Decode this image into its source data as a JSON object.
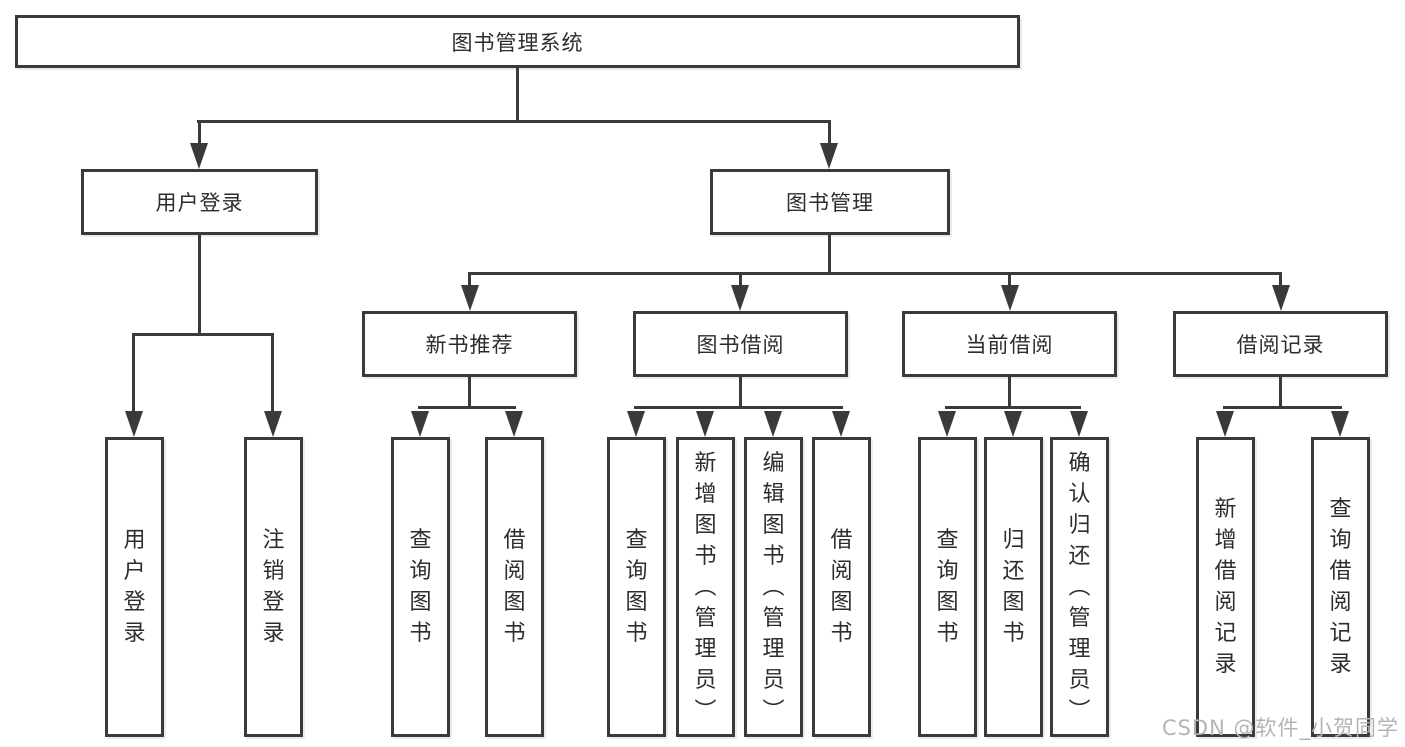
{
  "diagram": {
    "colors": {
      "line": "#3a3a3a",
      "text": "#2d2d2d",
      "watermark": "#b4b4b4",
      "background": "#ffffff"
    },
    "nodes": {
      "root": {
        "label": "图书管理系统"
      },
      "children": [
        {
          "label": "用户登录",
          "children": [
            {
              "label": "用户登录"
            },
            {
              "label": "注销登录"
            }
          ]
        },
        {
          "label": "图书管理",
          "children": [
            {
              "label": "新书推荐",
              "children": [
                {
                  "label": "查询图书"
                },
                {
                  "label": "借阅图书"
                }
              ]
            },
            {
              "label": "图书借阅",
              "children": [
                {
                  "label": "查询图书"
                },
                {
                  "label": "新增图书（管理员）"
                },
                {
                  "label": "编辑图书（管理员）"
                },
                {
                  "label": "借阅图书"
                }
              ]
            },
            {
              "label": "当前借阅",
              "children": [
                {
                  "label": "查询图书"
                },
                {
                  "label": "归还图书"
                },
                {
                  "label": "确认归还（管理员）"
                }
              ]
            },
            {
              "label": "借阅记录",
              "children": [
                {
                  "label": "新增借阅记录"
                },
                {
                  "label": "查询借阅记录"
                }
              ]
            }
          ]
        }
      ]
    },
    "watermark": "CSDN @软件_小贺同学"
  }
}
